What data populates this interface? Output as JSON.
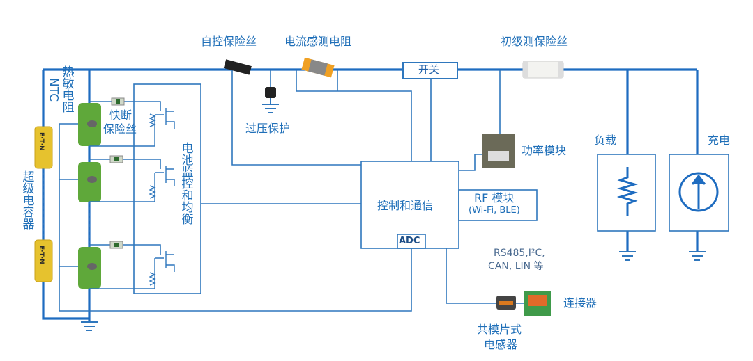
{
  "labels": {
    "self_control_fuse": "自控保险丝",
    "current_sense_resistor": "电流感测电阻",
    "primary_fuse": "初级测保险丝",
    "switch": "开关",
    "overvoltage_protection": "过压保护",
    "power_module": "功率模块",
    "load": "负载",
    "charge": "充电",
    "ntc_line1": "NTC",
    "ntc_line2": "热敏电阻",
    "fast_fuse_line1": "快断",
    "fast_fuse_line2": "保险丝",
    "supercapacitor": "超级电容器",
    "battery_monitor": "电池监控和均衡",
    "control_comm": "控制和通信",
    "adc": "ADC",
    "rf_line1": "RF  模块",
    "rf_line2": "(Wi-Fi, BLE)",
    "bus_line1": "RS485,I²C,",
    "bus_line2": "CAN, LIN 等",
    "connector": "连接器",
    "inductor_line1": "共模片式",
    "inductor_line2": "电感器",
    "cap_brand": "E·T·N"
  },
  "colors": {
    "wire": "#1e6cc0",
    "text": "#1f6fb8",
    "cell": "#5fa83a",
    "supercap": "#e6c22e"
  }
}
